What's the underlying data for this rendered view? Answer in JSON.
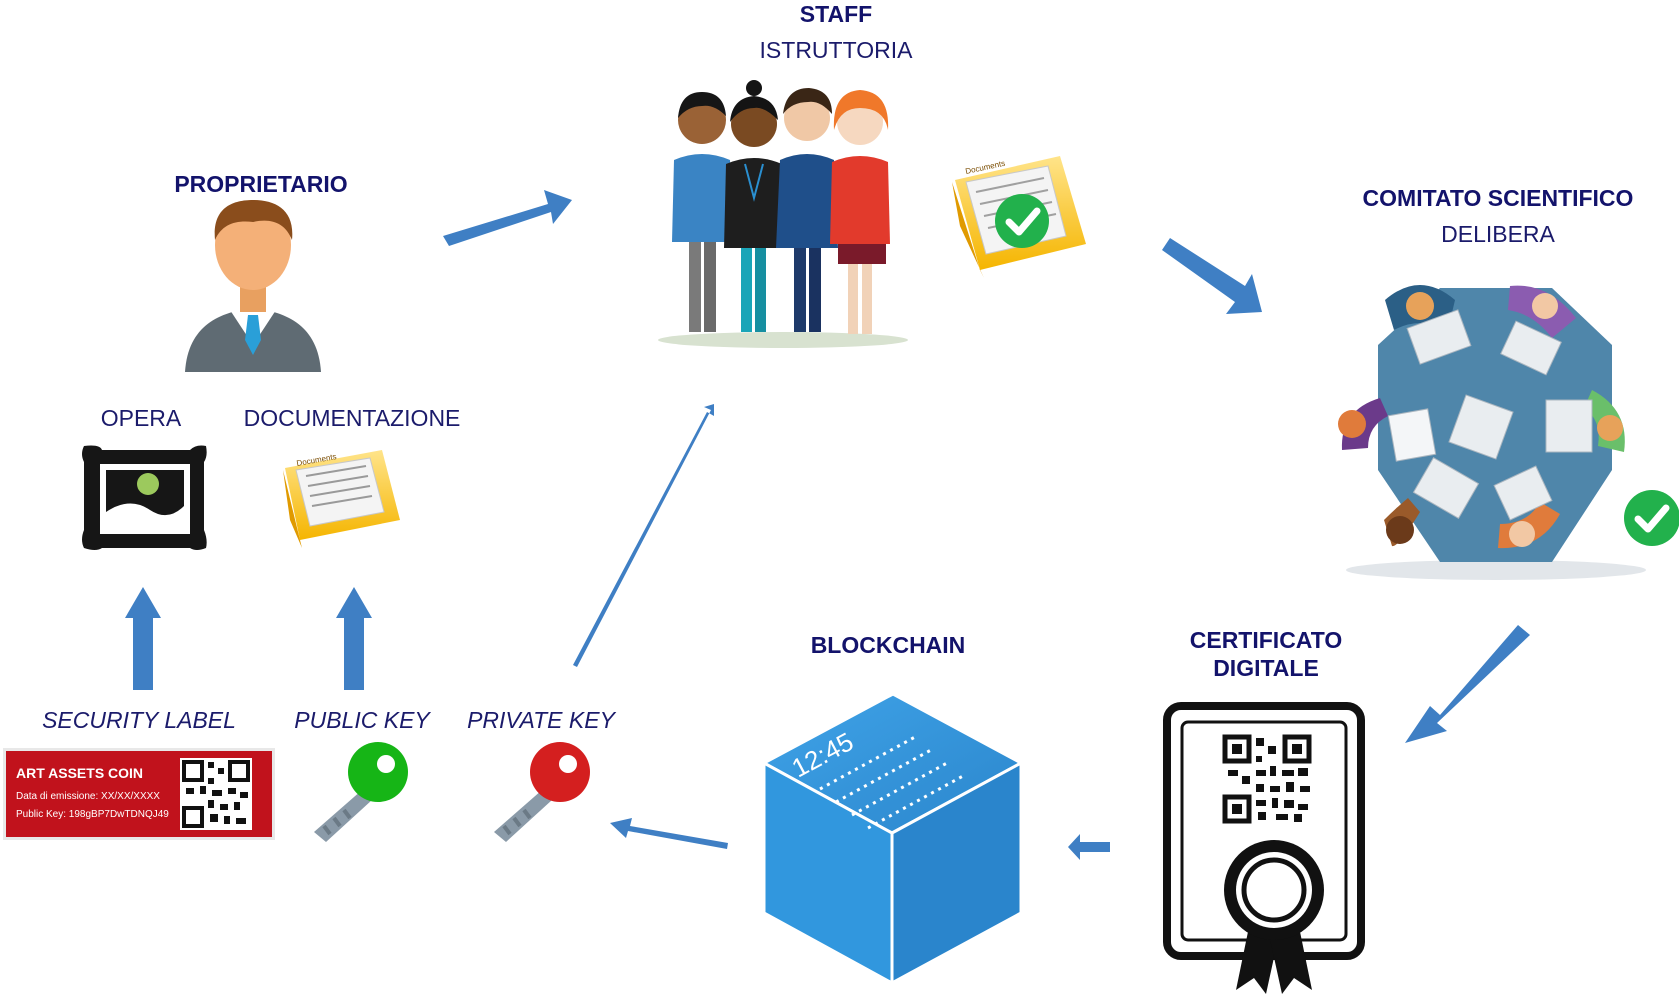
{
  "nodes": {
    "proprietario": "PROPRIETARIO",
    "opera": "OPERA",
    "documentazione": "DOCUMENTAZIONE",
    "staff": "STAFF",
    "staff_sub": "ISTRUTTORIA",
    "comitato": "COMITATO SCIENTIFICO",
    "comitato_sub": "DELIBERA",
    "certificato": "CERTIFICATO DIGITALE",
    "blockchain": "BLOCKCHAIN",
    "security_label": "SECURITY LABEL",
    "public_key": "PUBLIC KEY",
    "private_key": "PRIVATE KEY"
  },
  "security_label_card": {
    "title": "ART ASSETS COIN",
    "date_line": "Data di emissione: XX/XX/XXXX",
    "key_line": "Public Key: 198gBP7DwTDNQJ49"
  },
  "document_tag": "Documents",
  "blockchain_time": "12:45",
  "colors": {
    "arrow": "#3f7fc4",
    "label_dark": "#13136b",
    "check": "#22b14c",
    "security_label_red": "#c1121c",
    "public_key_green": "#16b516",
    "private_key_red": "#d41f1f",
    "cube_blue": "#2e8fd6",
    "table_blue": "#4f86aa"
  }
}
